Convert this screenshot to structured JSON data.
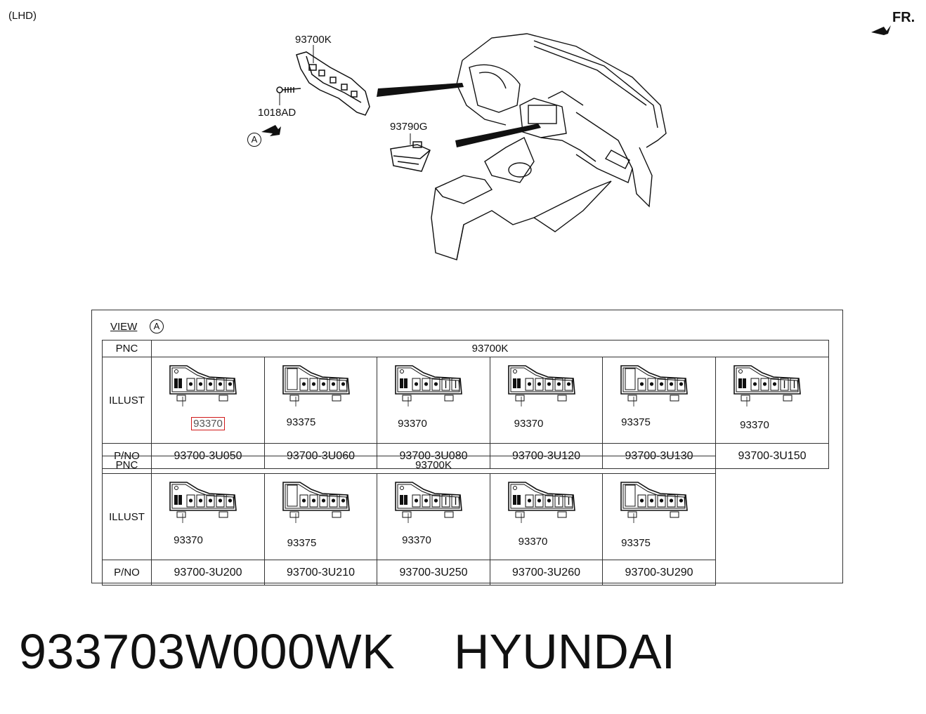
{
  "diagram": {
    "variant_label": "(LHD)",
    "front_label": "FR.",
    "callouts": {
      "panel": "93700K",
      "screw": "1018AD",
      "module": "93790G",
      "view_marker": "A"
    }
  },
  "view_panel": {
    "view_label": "VIEW",
    "view_marker": "A",
    "pnc_label": "PNC",
    "illust_label": "ILLUST",
    "pno_label": "P/NO",
    "row1": {
      "pnc": "93700K",
      "items": [
        {
          "code": "93370",
          "pno": "93700-3U050",
          "highlighted": true
        },
        {
          "code": "93375",
          "pno": "93700-3U060",
          "highlighted": false
        },
        {
          "code": "93370",
          "pno": "93700-3U080",
          "highlighted": false
        },
        {
          "code": "93370",
          "pno": "93700-3U120",
          "highlighted": false
        },
        {
          "code": "93375",
          "pno": "93700-3U130",
          "highlighted": false
        },
        {
          "code": "93370",
          "pno": "93700-3U150",
          "highlighted": false
        }
      ]
    },
    "row2": {
      "pnc": "93700K",
      "items": [
        {
          "code": "93370",
          "pno": "93700-3U200"
        },
        {
          "code": "93375",
          "pno": "93700-3U210"
        },
        {
          "code": "93370",
          "pno": "93700-3U250"
        },
        {
          "code": "93370",
          "pno": "93700-3U260"
        },
        {
          "code": "93375",
          "pno": "93700-3U290"
        }
      ]
    }
  },
  "footer": {
    "part_number": "933703W000WK",
    "brand": "HYUNDAI"
  },
  "colors": {
    "highlight": "#d01818",
    "line": "#111111"
  }
}
